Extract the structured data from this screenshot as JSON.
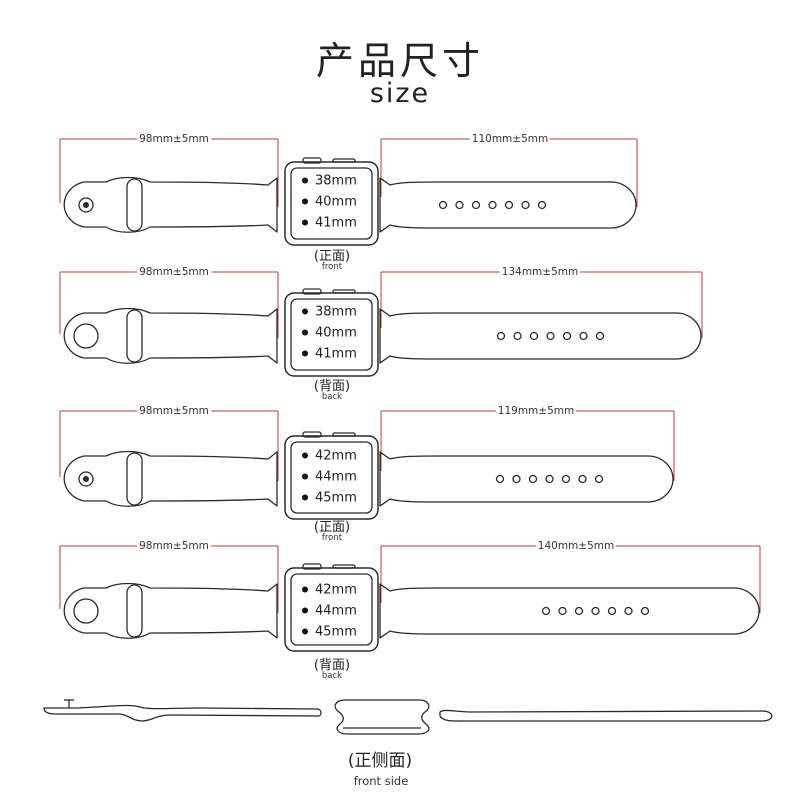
{
  "title": {
    "cn": "产品尺寸",
    "en": "size"
  },
  "rows": [
    {
      "short_len": "98mm±5mm",
      "long_len": "110mm±5mm",
      "sizes": [
        "38mm",
        "40mm",
        "41mm"
      ],
      "view_cn": "(正面)",
      "view_en": "front"
    },
    {
      "short_len": "98mm±5mm",
      "long_len": "134mm±5mm",
      "sizes": [
        "38mm",
        "40mm",
        "41mm"
      ],
      "view_cn": "(背面)",
      "view_en": "back"
    },
    {
      "short_len": "98mm±5mm",
      "long_len": "119mm±5mm",
      "sizes": [
        "42mm",
        "44mm",
        "45mm"
      ],
      "view_cn": "(正面)",
      "view_en": "front"
    },
    {
      "short_len": "98mm±5mm",
      "long_len": "140mm±5mm",
      "sizes": [
        "42mm",
        "44mm",
        "45mm"
      ],
      "view_cn": "(背面)",
      "view_en": "back"
    }
  ],
  "side_view": {
    "cn": "(正侧面)",
    "en": "front side"
  },
  "colors": {
    "dimension_line": "#c0392b",
    "outline": "#2b2b2b",
    "background": "#ffffff"
  }
}
